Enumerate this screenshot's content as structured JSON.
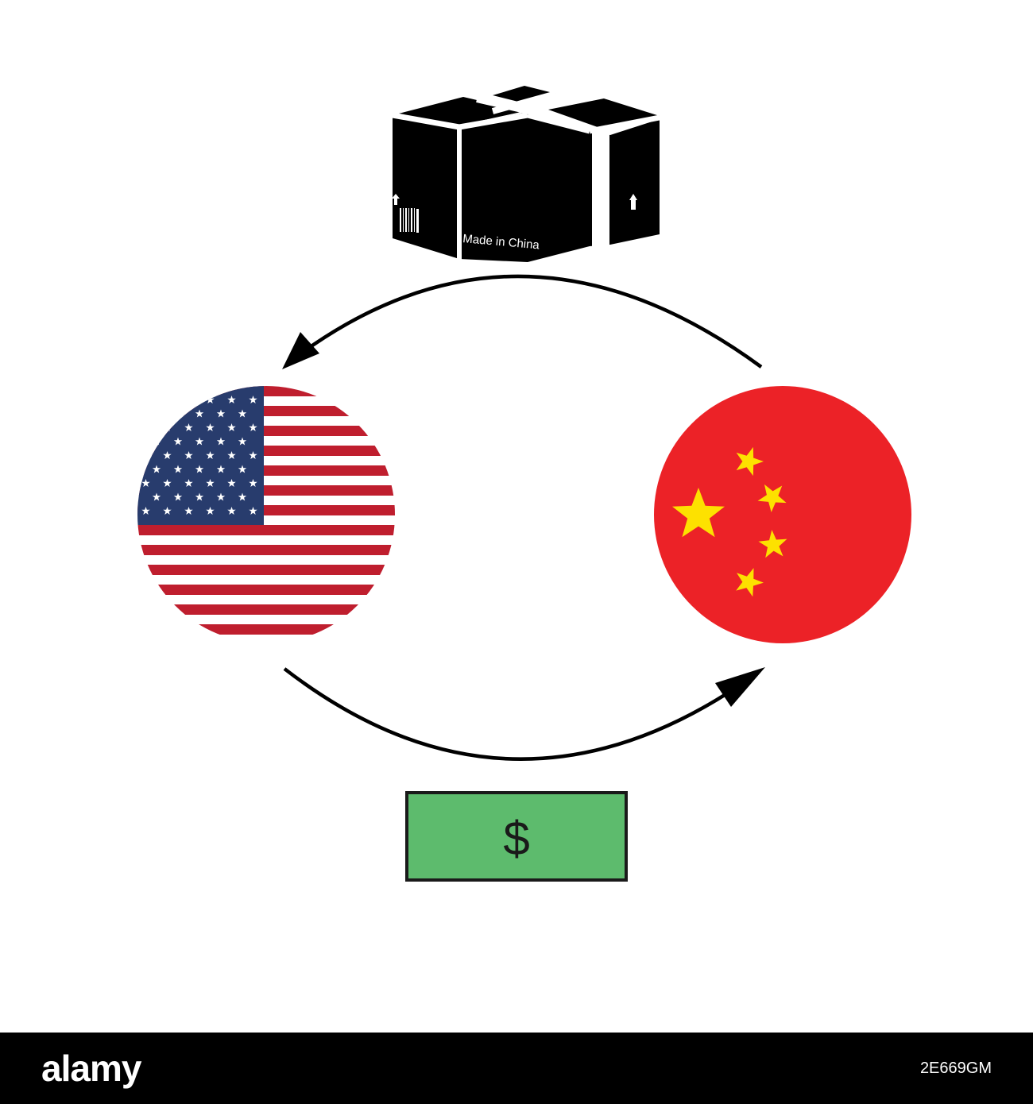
{
  "box": {
    "label": "Made in China",
    "icon": "cardboard-box-icon"
  },
  "money": {
    "symbol": "$",
    "icon": "dollar-bill-icon",
    "color": "#5dbb6d"
  },
  "usa_flag": {
    "icon": "usa-flag-icon",
    "red": "#bf1e2e",
    "blue": "#283c6d"
  },
  "china_flag": {
    "icon": "china-flag-icon",
    "red": "#ec2227",
    "yellow": "#fde100"
  },
  "arrows": {
    "top": "goods-arrow-china-to-usa",
    "bottom": "money-arrow-usa-to-china"
  },
  "watermark": {
    "brand": "alamy",
    "image_id": "2E669GM"
  }
}
